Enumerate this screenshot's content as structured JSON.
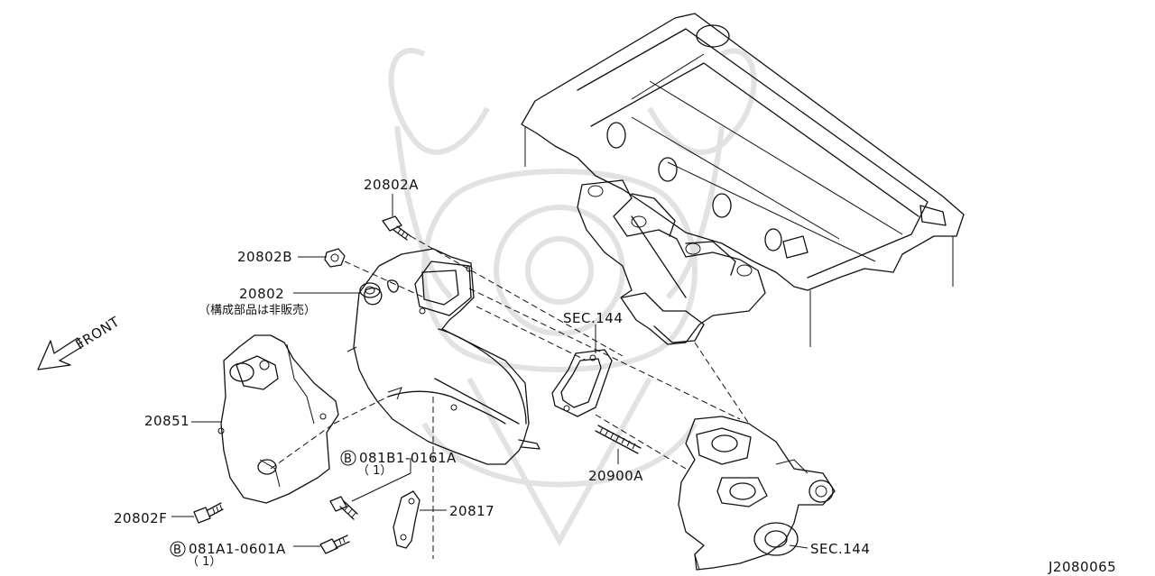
{
  "labels": {
    "bolt_top": "20802A",
    "nut": "20802B",
    "gasket": "20802",
    "gasket_note": "（構成部品は非販売）",
    "front": "FRONT",
    "heat_shield": "20851",
    "bolt_shield": "20802F",
    "bolt_b1": "081B1-0161A",
    "bolt_b1_qty": "（ 1）",
    "bracket": "20817",
    "bolt_a1": "081A1-0601A",
    "bolt_a1_qty": "（ 1）",
    "sec_upper": "SEC.144",
    "stud": "20900A",
    "sec_lower": "SEC.144",
    "circle_b": "B",
    "diagram_id": "J2080065"
  }
}
